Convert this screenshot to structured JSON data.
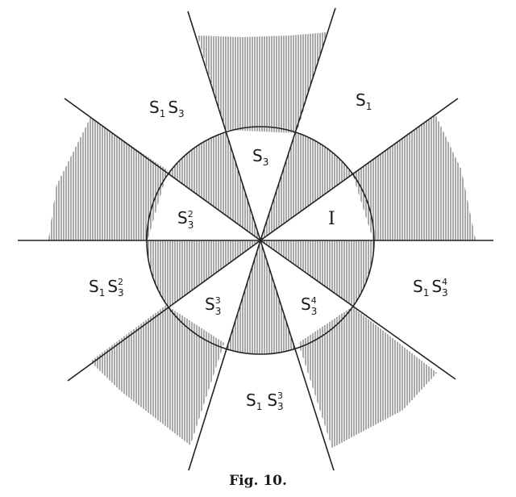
{
  "figure": {
    "caption": "Fig. 10.",
    "labels": {
      "s1s3_outer": {
        "base1": "S",
        "sub1": "1",
        "base2": "S",
        "sub2": "3",
        "sup2": ""
      },
      "s1_outer": {
        "base1": "S",
        "sub1": "1"
      },
      "s3_inner": {
        "base1": "S",
        "sub1": "3"
      },
      "s3sq_inner": {
        "base1": "S",
        "sub1": "3",
        "sup1": "2"
      },
      "identity": {
        "text": "I"
      },
      "s1s3sq_outer": {
        "base1": "S",
        "sub1": "1",
        "base2": "S",
        "sub2": "3",
        "sup2": "2"
      },
      "s1s3cube_bottom": {
        "base1": "S",
        "sub1": "1",
        "base2": "S",
        "sub2": "3",
        "sup2": "3"
      },
      "s1s3four_outer": {
        "base1": "S",
        "sub1": "1",
        "base2": "S",
        "sub2": "3",
        "sup2": "4"
      },
      "s3cube_inner": {
        "base1": "S",
        "sub1": "3",
        "sup1": "3"
      },
      "s3four_inner": {
        "base1": "S",
        "sub1": "3",
        "sup1": "4"
      }
    },
    "colors": {
      "ink": "#222222",
      "hatch": "#555555",
      "paper": "#ffffff"
    }
  }
}
